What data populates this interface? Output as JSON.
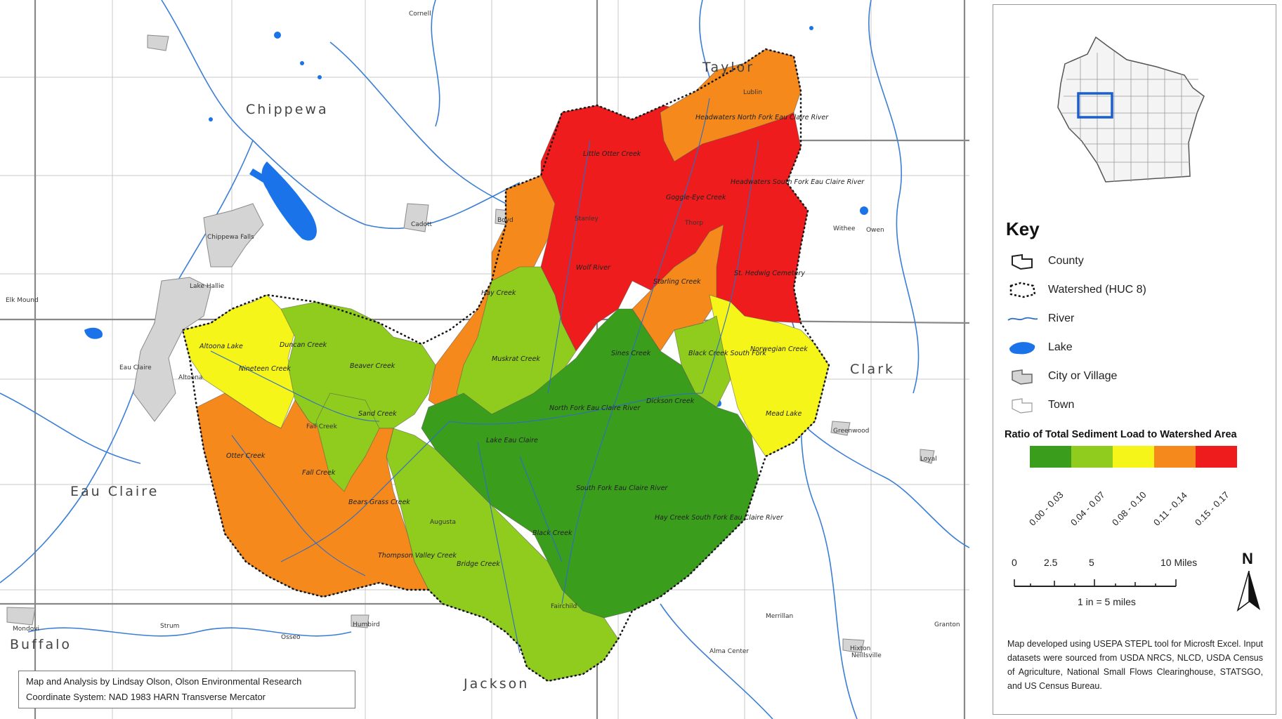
{
  "map": {
    "counties": [
      "Chippewa",
      "Taylor",
      "Eau Claire",
      "Clark",
      "Jackson",
      "Buffalo"
    ],
    "towns": [
      "Cornell",
      "Lublin",
      "Boyd",
      "Stanley",
      "Cadott",
      "Thorp",
      "Withee",
      "Owen",
      "Chippewa Falls",
      "Lake Hallie",
      "Elk Mound",
      "Altoona",
      "Eau Claire",
      "Fall Creek",
      "Augusta",
      "Fairchild",
      "Greenwood",
      "Loyal",
      "Humbird",
      "Alma Center",
      "Merrillan",
      "Hixton",
      "Mondovi",
      "Strum",
      "Osseo",
      "Neillsville",
      "Granton"
    ],
    "subwatersheds": [
      "Headwaters North Fork Eau Claire River",
      "Little Otter Creek",
      "Goggle-Eye Creek",
      "Headwaters South Fork Eau Claire River",
      "Wolf River",
      "Starling Creek",
      "St. Hedwig Cemetery",
      "Hay Creek",
      "Muskrat Creek",
      "Sines Creek",
      "Black Creek South Fork",
      "Norwegian Creek",
      "Altoona Lake",
      "Duncan Creek",
      "Beaver Creek",
      "Nineteen Creek",
      "Sand Creek",
      "North Fork Eau Claire River",
      "Dickson Creek",
      "Mead Lake",
      "Lake Eau Claire",
      "Otter Creek",
      "Fall Creek",
      "Bears Grass Creek",
      "South Fork Eau Claire River",
      "Hay Creek South Fork Eau Claire River",
      "Black Creek",
      "Thompson Valley Creek",
      "Bridge Creek"
    ],
    "credits_line1": "Map and Analysis by Lindsay Olson, Olson Environmental Research",
    "credits_line2": "Coordinate System: NAD 1983 HARN Transverse Mercator"
  },
  "legend": {
    "title": "Key",
    "items": [
      {
        "label": "County",
        "symbol": "county-icon"
      },
      {
        "label": "Watershed (HUC 8)",
        "symbol": "watershed-icon"
      },
      {
        "label": "River",
        "symbol": "river-icon"
      },
      {
        "label": "Lake",
        "symbol": "lake-icon"
      },
      {
        "label": "City or Village",
        "symbol": "city-icon"
      },
      {
        "label": "Town",
        "symbol": "town-icon"
      }
    ],
    "ratio_title": "Ratio of Total Sediment Load to Watershed Area",
    "ranges": [
      {
        "label": "0.00 - 0.03",
        "color": "#3a9e1c"
      },
      {
        "label": "0.04 - 0.07",
        "color": "#8fcc1e"
      },
      {
        "label": "0.08 - 0.10",
        "color": "#f5f51a"
      },
      {
        "label": "0.11 - 0.14",
        "color": "#f5891c"
      },
      {
        "label": "0.15 - 0.17",
        "color": "#ee1c1c"
      }
    ]
  },
  "scale": {
    "ticks": [
      "0",
      "2.5",
      "5",
      "10 Miles"
    ],
    "unit": "1 in = 5 miles"
  },
  "north_label": "N",
  "footnote": "Map developed using USEPA STEPL tool for Microsft Excel. Input datasets were sourced from USDA NRCS, NLCD, USDA Census of Agriculture, National Small Flows Clearinghouse, STATSGO, and US Census Bureau."
}
